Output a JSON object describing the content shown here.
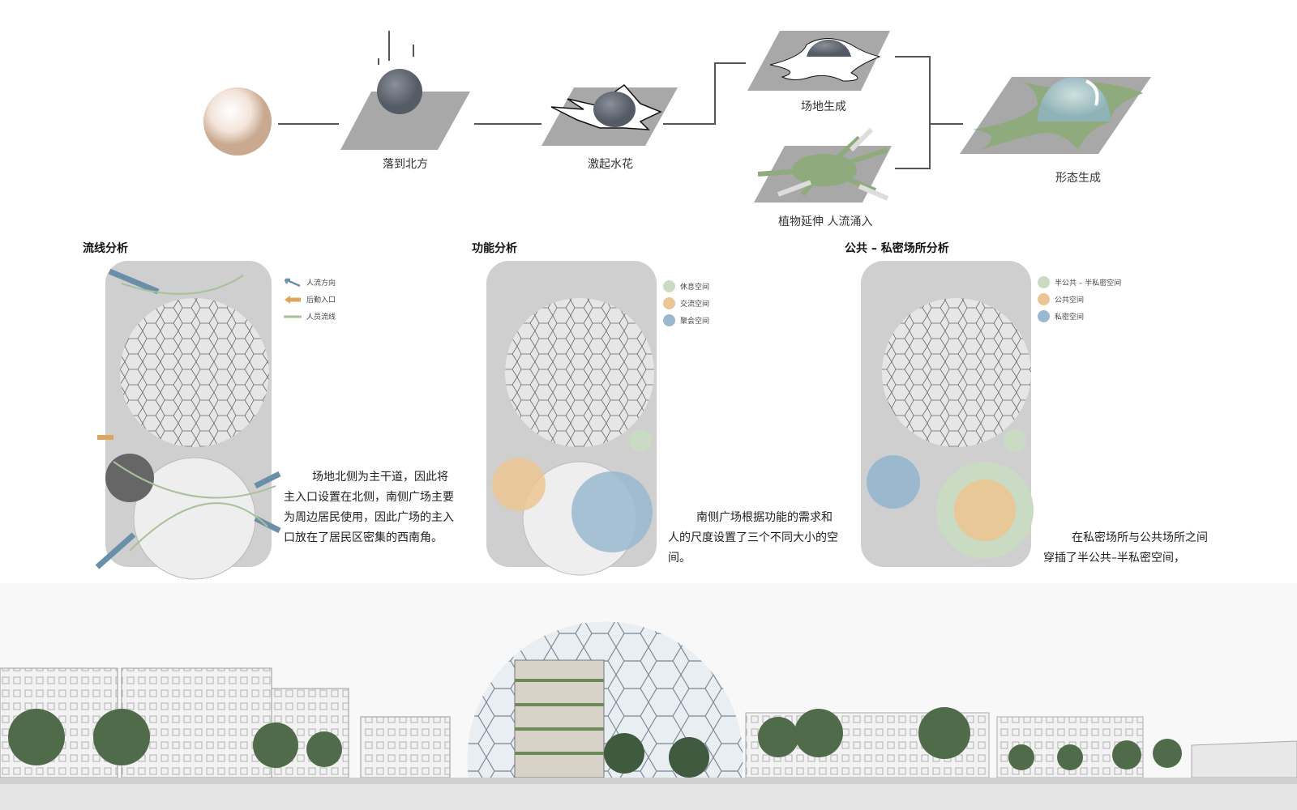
{
  "process": {
    "steps": [
      {
        "label": "落到北方"
      },
      {
        "label": "激起水花"
      },
      {
        "label": "场地生成"
      },
      {
        "label": "植物延伸  人流涌入"
      },
      {
        "label": "形态生成"
      }
    ]
  },
  "panels": [
    {
      "title": "流线分析",
      "legend": [
        {
          "icon": "blue-arrow-icon",
          "label": "人流方向",
          "color": "#6a8fa8"
        },
        {
          "icon": "orange-arrow-icon",
          "label": "后勤入口",
          "color": "#e0a45e"
        },
        {
          "icon": "green-line-icon",
          "label": "人员流线",
          "color": "#a9c09a"
        }
      ],
      "text": "场地北侧为主干道，因此将主入口设置在北侧，南侧广场主要为周边居民使用，因此广场的主入口放在了居民区密集的西南角。"
    },
    {
      "title": "功能分析",
      "legend": [
        {
          "label": "休息空间",
          "color": "#c9dbc3"
        },
        {
          "label": "交流空间",
          "color": "#ecc594"
        },
        {
          "label": "聚会空间",
          "color": "#9ab9cf"
        }
      ],
      "text": "南侧广场根据功能的需求和人的尺度设置了三个不同大小的空间。"
    },
    {
      "title": "公共 – 私密场所分析",
      "legend": [
        {
          "label": "半公共 – 半私密空间",
          "color": "#c9dbc3"
        },
        {
          "label": "公共空间",
          "color": "#ecc594"
        },
        {
          "label": "私密空间",
          "color": "#9ab9cf"
        }
      ],
      "text": "在私密场所与公共场所之间穿插了半公共–半私密空间，"
    }
  ],
  "colors": {
    "plate": "#a8a8a8",
    "sphere": "#707680",
    "green": "#8faa7c",
    "blue": "#9ab9cf",
    "orange": "#ecc594"
  }
}
